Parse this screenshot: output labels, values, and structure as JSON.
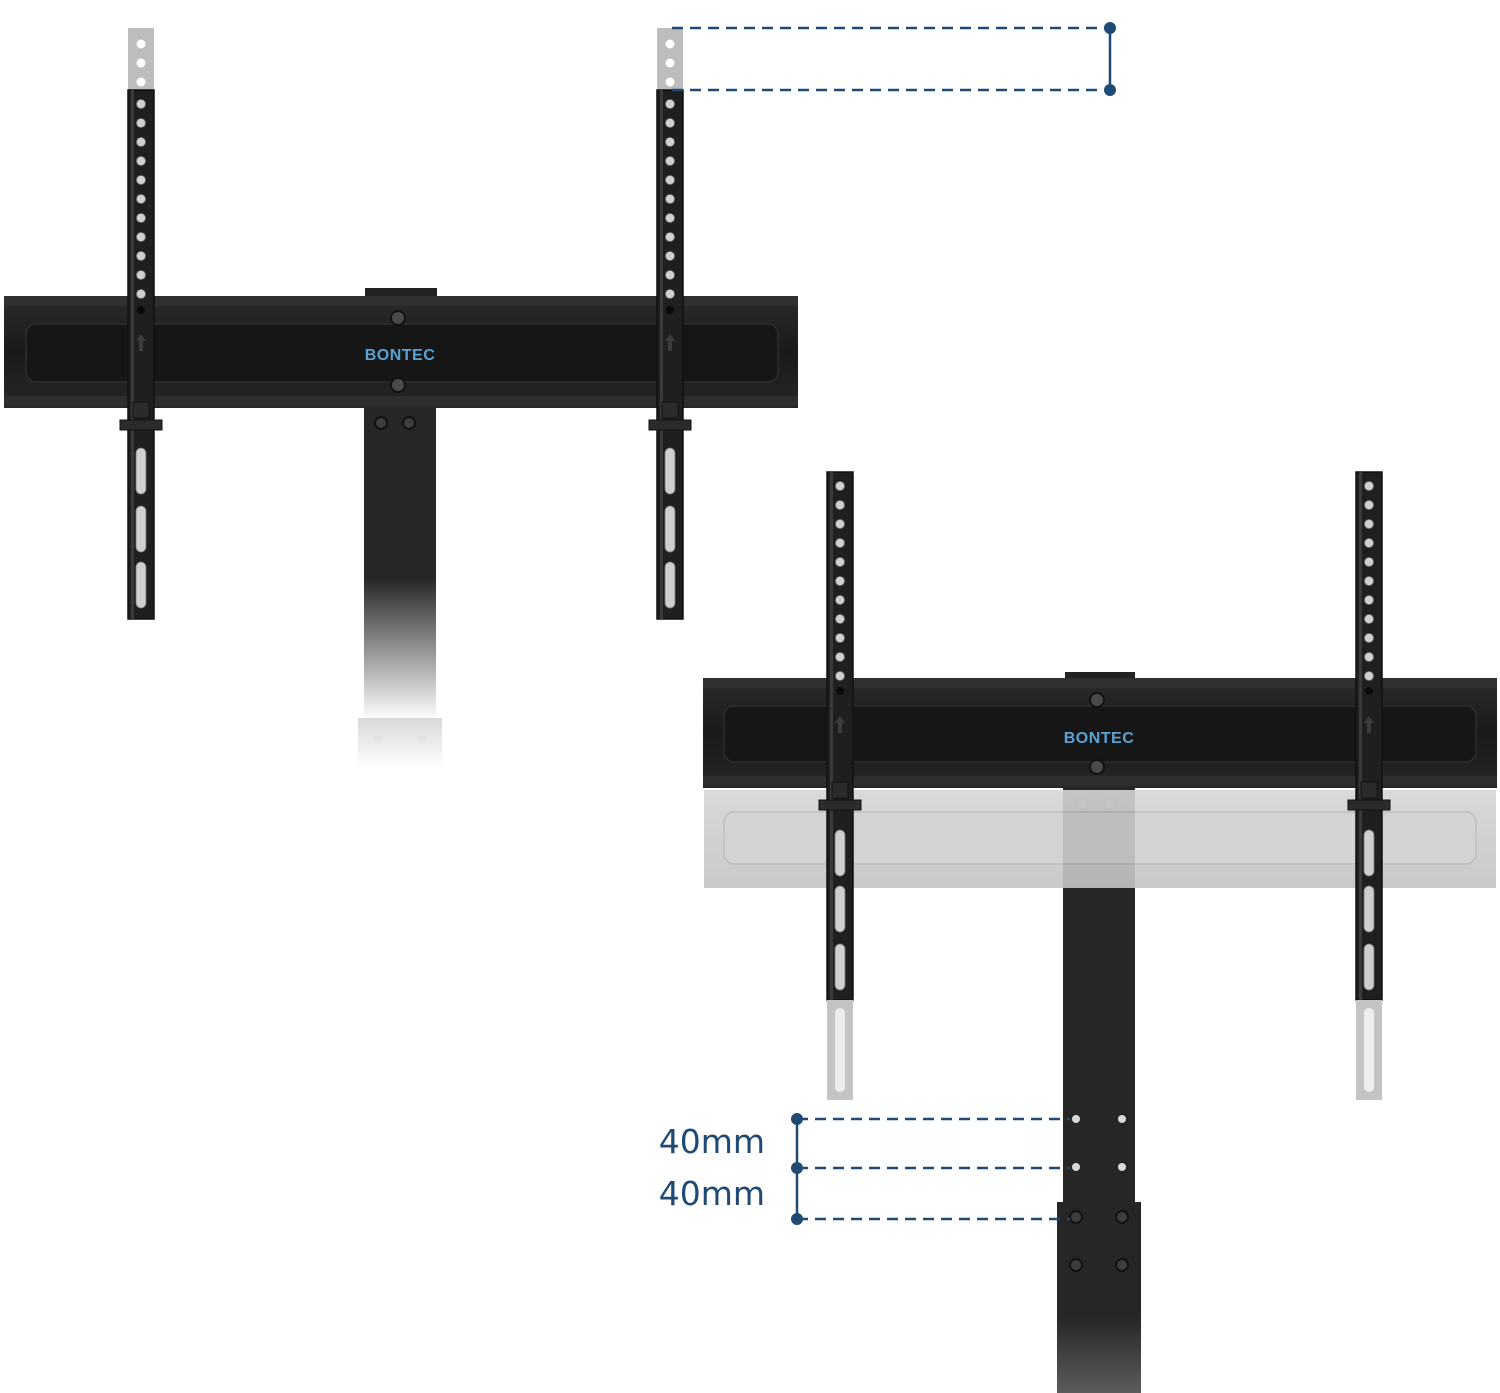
{
  "brand": {
    "logo_text": "BONTEC"
  },
  "dimensions": {
    "gap_1": "40mm",
    "gap_2": "40mm"
  },
  "colors": {
    "background": "#ffffff",
    "metal_dark": "#1c1c1c",
    "metal_mid": "#2a2a2a",
    "metal_light": "#3a3a3a",
    "ghost": "#bfbfbf",
    "ghost_dark": "#9a9a9a",
    "dimension_line": "#1e4a74",
    "logo": "#5aa3d4"
  },
  "icons": {
    "arrow": "up-arrow-icon",
    "bolt": "bolt-icon"
  }
}
